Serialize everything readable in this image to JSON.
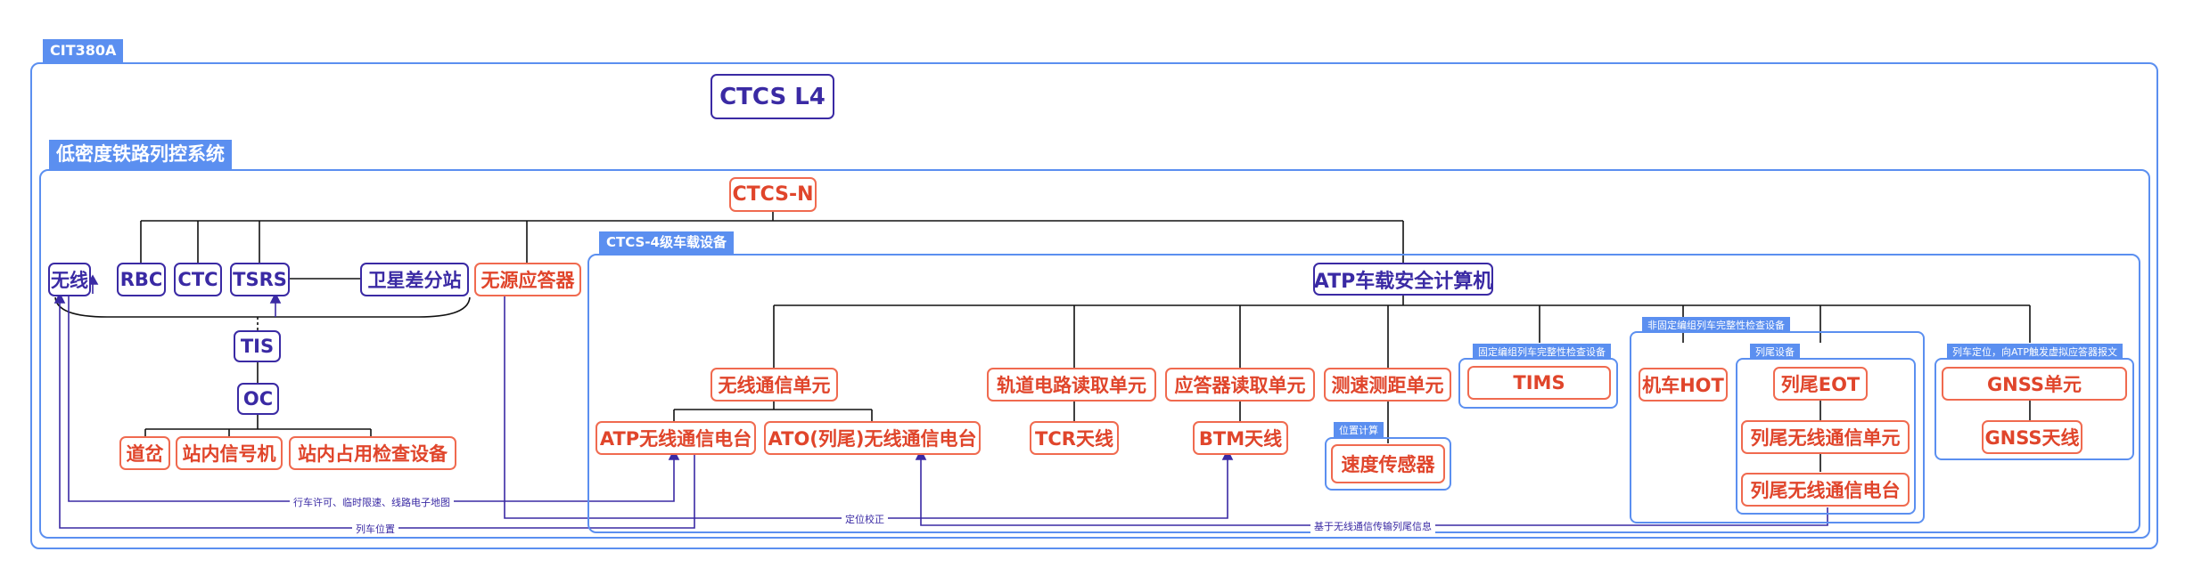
{
  "outer_label": "CIT380A",
  "title": "CTCS L4",
  "system_label": "低密度铁路列控系统",
  "ctcs_n": "CTCS-N",
  "onboard_label": "CTCS-4级车载设备",
  "atp": "ATP车载安全计算机",
  "left_nodes": {
    "wireless": "无线",
    "rbc": "RBC",
    "ctc": "CTC",
    "tsrs": "TSRS",
    "sat_station": "卫星差分站",
    "passive_balise": "无源应答器",
    "tis": "TIS",
    "oc": "OC",
    "switch": "道岔",
    "signal": "站内信号机",
    "occupancy": "站内占用检查设备"
  },
  "units": {
    "radio_unit": "无线通信单元",
    "atp_radio": "ATP无线通信电台",
    "ato_radio": "ATO(列尾)无线通信电台",
    "track_reader": "轨道电路读取单元",
    "tcr_antenna": "TCR天线",
    "balise_reader": "应答器读取单元",
    "btm_antenna": "BTM天线",
    "speed_unit": "测速测距单元",
    "speed_sensor": "速度传感器",
    "tims": "TIMS",
    "hot": "机车HOT",
    "eot": "列尾EOT",
    "eot_radio_unit": "列尾无线通信单元",
    "eot_radio_station": "列尾无线通信电台",
    "gnss_unit": "GNSS单元",
    "gnss_antenna": "GNSS天线"
  },
  "group_labels": {
    "position_calc": "位置计算",
    "fixed_integrity": "固定编组列车完整性检查设备",
    "nonfixed_integrity": "非固定编组列车完整性检查设备",
    "eot_equipment": "列尾设备",
    "gnss_group": "列车定位，向ATP触发虚拟应答器报文"
  },
  "flow_labels": {
    "movement_authority": "行车许可、临时限速、线路电子地图",
    "train_position": "列车位置",
    "position_correction": "定位校正",
    "eot_info": "基于无线通信传输列尾信息"
  },
  "colors": {
    "frame_blue": "#5b8ff0",
    "node_blue": "#3a2aa4",
    "node_red": "#e0452b"
  }
}
